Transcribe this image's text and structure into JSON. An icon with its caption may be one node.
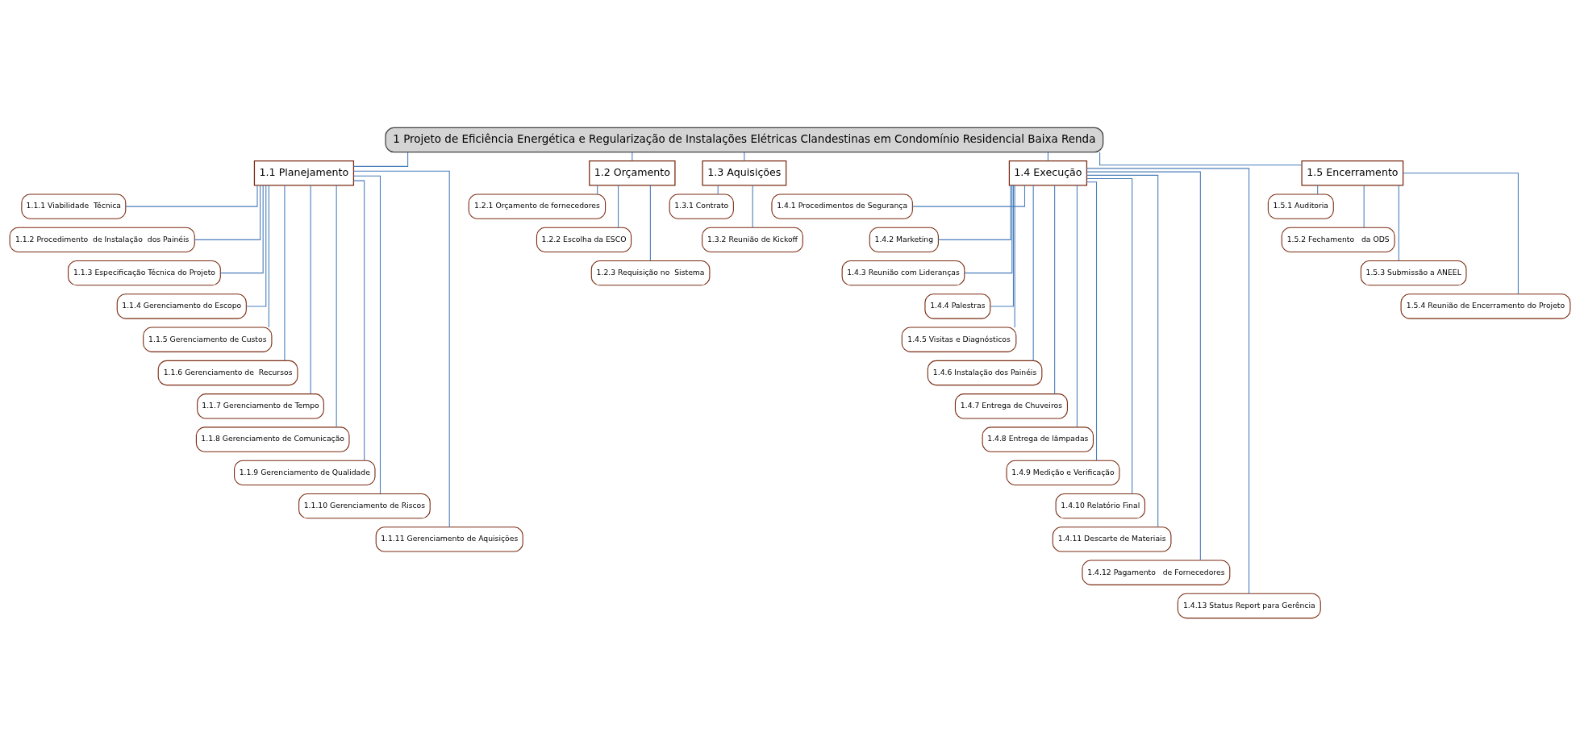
{
  "diagram": {
    "nodes": [
      {
        "text": [
          "1 Projeto de Eficiência Energética e Regularização de Instalações Elétricas Clandestinas em Condomínio Residencial Baixa Renda"
        ]
      },
      {
        "text": [
          "1.1 Planejamento"
        ]
      },
      {
        "text": [
          "1.2 Orçamento"
        ]
      },
      {
        "text": [
          "1.3 Aquisições"
        ]
      },
      {
        "text": [
          "1.4 Execução"
        ]
      },
      {
        "text": [
          "1.5 Encerramento"
        ]
      },
      {
        "text": [
          "1.1.1 Viabilidade  Técnica"
        ]
      },
      {
        "text": [
          "1.1.2 Procedimento  de Instalação  dos Painéis"
        ]
      },
      {
        "text": [
          "1.1.3 Especificação Técnica do Projeto"
        ]
      },
      {
        "text": [
          "1.1.4 Gerenciamento do Escopo"
        ]
      },
      {
        "text": [
          "1.1.5 Gerenciamento de Custos"
        ]
      },
      {
        "text": [
          "1.1.6 Gerenciamento de  Recursos"
        ]
      },
      {
        "text": [
          "1.1.7 Gerenciamento de Tempo"
        ]
      },
      {
        "text": [
          "1.1.8 Gerenciamento de Comunicação"
        ]
      },
      {
        "text": [
          "1.1.9 Gerenciamento de Qualidade"
        ]
      },
      {
        "text": [
          "1.1.10 Gerenciamento de Riscos"
        ]
      },
      {
        "text": [
          "1.1.11 Gerenciamento de Aquisições"
        ]
      },
      {
        "text": [
          "1.2.1 Orçamento de fornecedores"
        ]
      },
      {
        "text": [
          "1.2.2 Escolha da ESCO"
        ]
      },
      {
        "text": [
          "1.2.3 Requisição no  Sistema"
        ]
      },
      {
        "text": [
          "1.3.1 Contrato"
        ]
      },
      {
        "text": [
          "1.3.2 Reunião de Kickoff"
        ]
      },
      {
        "text": [
          "1.4.1 Procedimentos de Segurança"
        ]
      },
      {
        "text": [
          "1.4.2 Marketing"
        ]
      },
      {
        "text": [
          "1.4.3 Reunião com Lideranças"
        ]
      },
      {
        "text": [
          "1.4.4 Palestras"
        ]
      },
      {
        "text": [
          "1.4.5 Visitas e Diagnósticos"
        ]
      },
      {
        "text": [
          "1.4.6 Instalação dos Painéis"
        ]
      },
      {
        "text": [
          "1.4.7 Entrega de Chuveiros"
        ]
      },
      {
        "text": [
          "1.4.8 Entrega de lâmpadas"
        ]
      },
      {
        "text": [
          "1.4.9 Medição e Verificação"
        ]
      },
      {
        "text": [
          "1.4.10 Relatório Final"
        ]
      },
      {
        "text": [
          "1.4.11 Descarte de Materiais"
        ]
      },
      {
        "text": [
          "1.4.12 Pagamento   de Fornecedores"
        ]
      },
      {
        "text": [
          "1.4.13 Status Report para Gerência"
        ]
      },
      {
        "text": [
          "1.5.1 Auditoria"
        ]
      },
      {
        "text": [
          "1.5.2 Fechamento   da ODS"
        ]
      },
      {
        "text": [
          "1.5.3 Submissão a ANEEL"
        ]
      },
      {
        "text": [
          "1.5.4 Reunião de Encerramento do Projeto"
        ]
      }
    ],
    "edges": [
      {
        "from": 0,
        "to": 1,
        "arrow": "none"
      },
      {
        "from": 0,
        "to": 2,
        "arrow": "none"
      },
      {
        "from": 0,
        "to": 3,
        "arrow": "none"
      },
      {
        "from": 0,
        "to": 4,
        "arrow": "none"
      },
      {
        "from": 0,
        "to": 5,
        "arrow": "none"
      },
      {
        "from": 1,
        "to": 6,
        "arrow": "none"
      },
      {
        "from": 1,
        "to": 7,
        "arrow": "none"
      },
      {
        "from": 1,
        "to": 8,
        "arrow": "none"
      },
      {
        "from": 1,
        "to": 9,
        "arrow": "none"
      },
      {
        "from": 1,
        "to": 10,
        "arrow": "none"
      },
      {
        "from": 1,
        "to": 11,
        "arrow": "none"
      },
      {
        "from": 1,
        "to": 12,
        "arrow": "none"
      },
      {
        "from": 1,
        "to": 13,
        "arrow": "none"
      },
      {
        "from": 1,
        "to": 14,
        "arrow": "none"
      },
      {
        "from": 1,
        "to": 15,
        "arrow": "none"
      },
      {
        "from": 1,
        "to": 16,
        "arrow": "none"
      },
      {
        "from": 2,
        "to": 17,
        "arrow": "none"
      },
      {
        "from": 2,
        "to": 18,
        "arrow": "none"
      },
      {
        "from": 2,
        "to": 19,
        "arrow": "none"
      },
      {
        "from": 3,
        "to": 20,
        "arrow": "none"
      },
      {
        "from": 3,
        "to": 21,
        "arrow": "none"
      },
      {
        "from": 4,
        "to": 22,
        "arrow": "none"
      },
      {
        "from": 4,
        "to": 23,
        "arrow": "none"
      },
      {
        "from": 4,
        "to": 24,
        "arrow": "none"
      },
      {
        "from": 4,
        "to": 25,
        "arrow": "none"
      },
      {
        "from": 4,
        "to": 26,
        "arrow": "none"
      },
      {
        "from": 4,
        "to": 27,
        "arrow": "none"
      },
      {
        "from": 4,
        "to": 28,
        "arrow": "none"
      },
      {
        "from": 4,
        "to": 29,
        "arrow": "none"
      },
      {
        "from": 4,
        "to": 30,
        "arrow": "none"
      },
      {
        "from": 4,
        "to": 31,
        "arrow": "none"
      },
      {
        "from": 4,
        "to": 32,
        "arrow": "none"
      },
      {
        "from": 4,
        "to": 33,
        "arrow": "none"
      },
      {
        "from": 4,
        "to": 34,
        "arrow": "none"
      },
      {
        "from": 5,
        "to": 35,
        "arrow": "none"
      },
      {
        "from": 5,
        "to": 36,
        "arrow": "none"
      },
      {
        "from": 5,
        "to": 37,
        "arrow": "none"
      },
      {
        "from": 5,
        "to": 38,
        "arrow": "none"
      }
    ]
  }
}
